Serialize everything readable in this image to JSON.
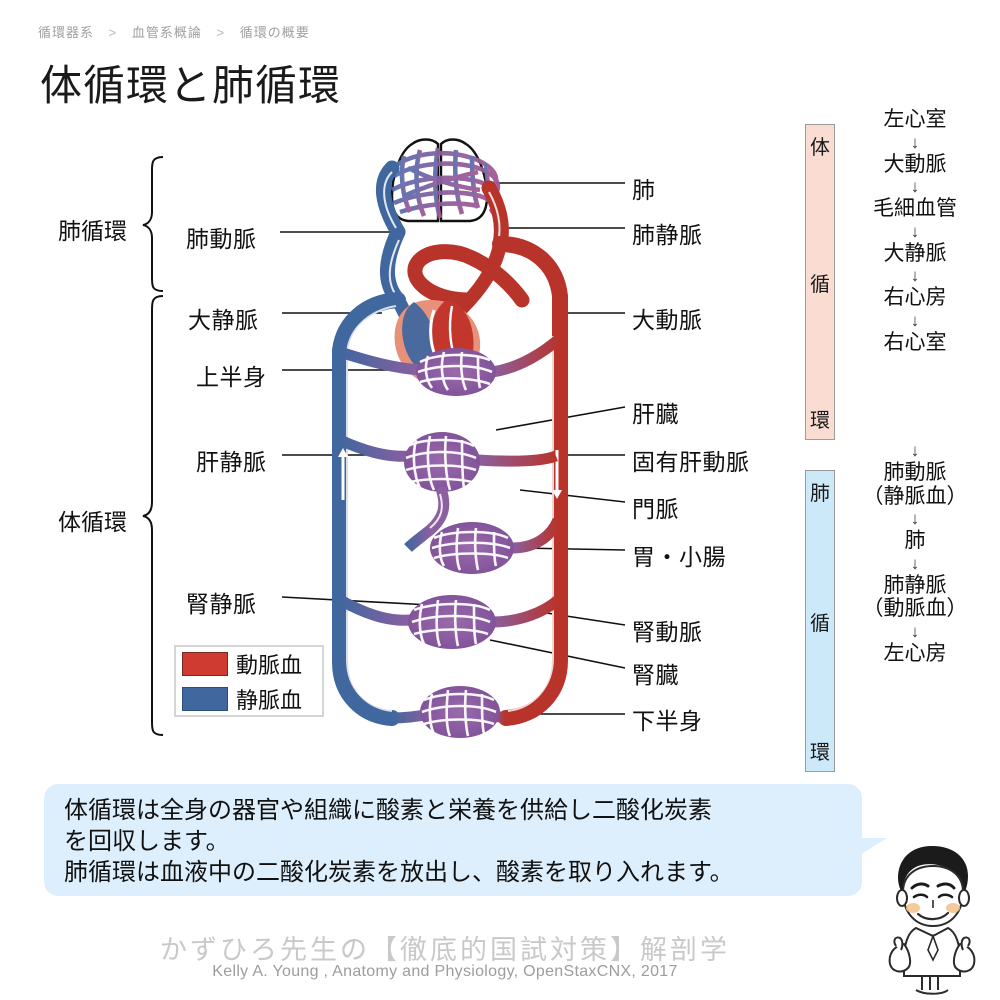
{
  "breadcrumb": {
    "items": [
      "循環器系",
      "血管系概論",
      "循環の概要"
    ],
    "separator": ">"
  },
  "header": {
    "title": "体循環と肺循環"
  },
  "groups": {
    "pulmonary": "肺循環",
    "systemic": "体循環"
  },
  "labels_left": [
    {
      "name": "pulmonary-artery",
      "text": "肺動脈"
    },
    {
      "name": "vena-cava",
      "text": "大静脈"
    },
    {
      "name": "upper-body",
      "text": "上半身"
    },
    {
      "name": "hepatic-vein",
      "text": "肝静脈"
    },
    {
      "name": "renal-vein",
      "text": "腎静脈"
    }
  ],
  "labels_right": [
    {
      "name": "lung",
      "text": "肺"
    },
    {
      "name": "pulmonary-vein",
      "text": "肺静脈"
    },
    {
      "name": "aorta",
      "text": "大動脈"
    },
    {
      "name": "liver",
      "text": "肝臓"
    },
    {
      "name": "proper-hepatic-artery",
      "text": "固有肝動脈"
    },
    {
      "name": "portal-vein",
      "text": "門脈"
    },
    {
      "name": "stomach-small-intestine",
      "text": "胃・小腸"
    },
    {
      "name": "renal-artery",
      "text": "腎動脈"
    },
    {
      "name": "kidney",
      "text": "腎臓"
    },
    {
      "name": "lower-body",
      "text": "下半身"
    }
  ],
  "legend": {
    "items": [
      {
        "label": "動脈血",
        "color": "#cf3b30"
      },
      {
        "label": "静脈血",
        "color": "#41679f"
      }
    ]
  },
  "flow_systemic": {
    "bar_label": [
      "体",
      "循",
      "環"
    ],
    "bar_color": "#fadcd3",
    "steps": [
      "左心室",
      "大動脈",
      "毛細血管",
      "大静脈",
      "右心房",
      "右心室"
    ],
    "arrow": "↓"
  },
  "flow_pulmonary": {
    "bar_label": [
      "肺",
      "循",
      "環"
    ],
    "bar_color": "#cbe9f8",
    "steps": [
      "肺動脈",
      "（静脈血）",
      "肺",
      "肺静脈",
      "（動脈血）",
      "左心房"
    ],
    "arrow": "↓"
  },
  "bubble": {
    "line1": "体循環は全身の器官や組織に酸素と栄養を供給し二酸化炭素",
    "line2": "を回収します。",
    "line3": "肺循環は血液中の二酸化炭素を放出し、酸素を取り入れます。",
    "background": "#ddeffc"
  },
  "footer": {
    "brand": "かずひろ先生の【徹底的国試対策】解剖学",
    "credit": "Kelly A. Young , Anatomy and Physiology, OpenStaxCNX, 2017"
  },
  "colors": {
    "artery": "#b8332a",
    "vein": "#41679f",
    "capillary": "#8b5fa0",
    "heart_fill": "#e8917a",
    "ink": "#111111"
  }
}
